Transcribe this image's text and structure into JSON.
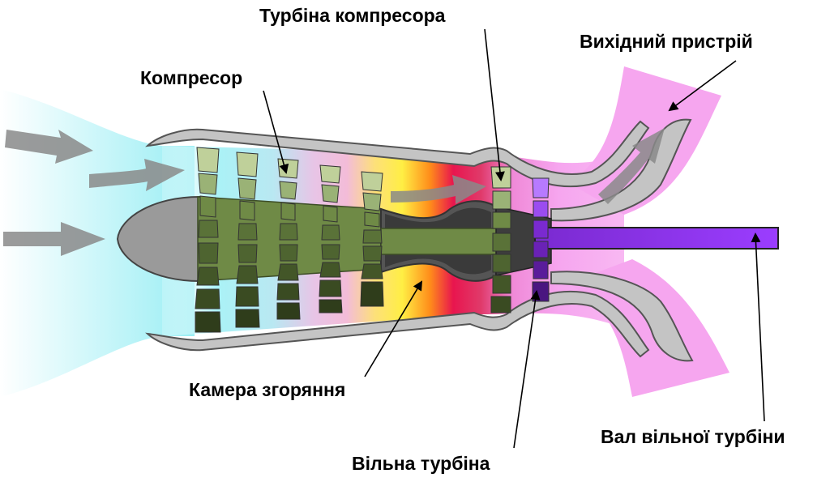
{
  "labels": {
    "compressor_turbine": "Турбіна компресора",
    "exhaust": "Вихідний пристрій",
    "compressor": "Компресор",
    "combustion_chamber": "Камера згоряння",
    "free_turbine_shaft": "Вал вільної турбіни",
    "free_turbine": "Вільна турбіна"
  },
  "colors": {
    "intake": "#a8f0f4",
    "compressor_blades": "#6f8a46",
    "hot_section": "#ffe14a",
    "turbine_zone": "#e8154e",
    "free_turbine": "#8a2be2",
    "exhaust_plume": "#f6a6ef",
    "casing": "#c8c8c8",
    "arrows": "#8a8a8a"
  }
}
